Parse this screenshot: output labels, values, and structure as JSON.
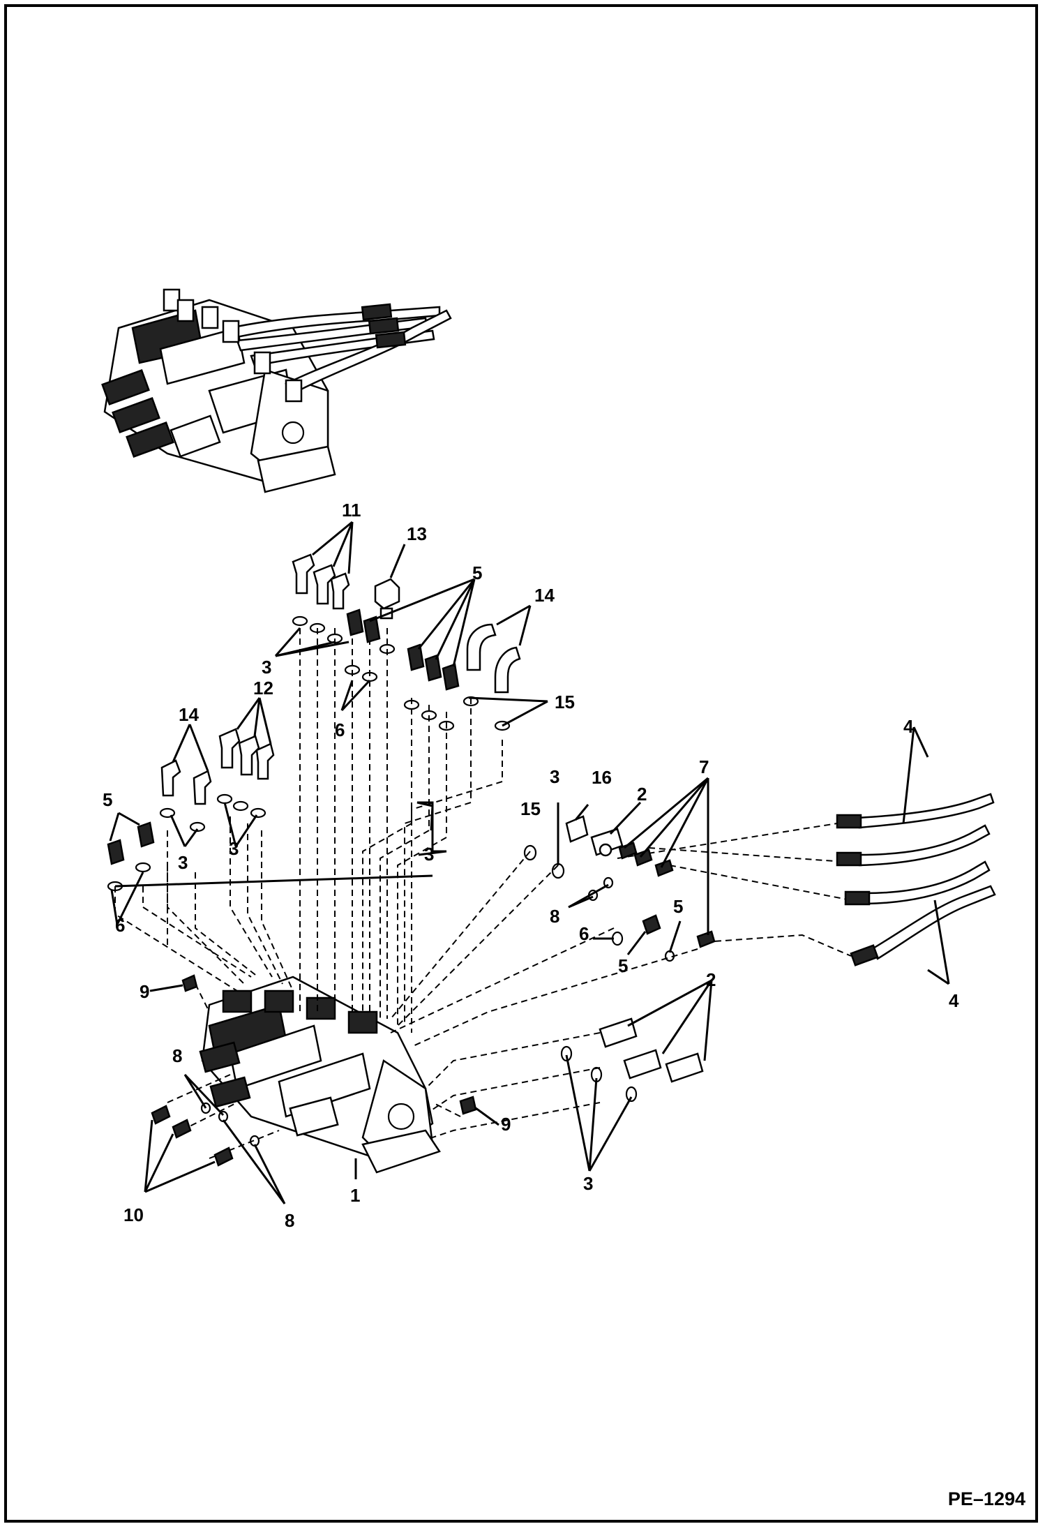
{
  "drawing_code": "PE–1294",
  "callouts": [
    {
      "id": "c11",
      "text": "11"
    },
    {
      "id": "c13",
      "text": "13"
    },
    {
      "id": "c5a",
      "text": "5"
    },
    {
      "id": "c14a",
      "text": "14"
    },
    {
      "id": "c3a",
      "text": "3"
    },
    {
      "id": "c12",
      "text": "12"
    },
    {
      "id": "c6a",
      "text": "6"
    },
    {
      "id": "c15a",
      "text": "15"
    },
    {
      "id": "c14b",
      "text": "14"
    },
    {
      "id": "c4a",
      "text": "4"
    },
    {
      "id": "c5b",
      "text": "5"
    },
    {
      "id": "c3b",
      "text": "3"
    },
    {
      "id": "c3c",
      "text": "3"
    },
    {
      "id": "c3d",
      "text": "3"
    },
    {
      "id": "c15b",
      "text": "15"
    },
    {
      "id": "c3e",
      "text": "3"
    },
    {
      "id": "c16",
      "text": "16"
    },
    {
      "id": "c2a",
      "text": "2"
    },
    {
      "id": "c7",
      "text": "7"
    },
    {
      "id": "c6b",
      "text": "6"
    },
    {
      "id": "c8a",
      "text": "8"
    },
    {
      "id": "c6c",
      "text": "6"
    },
    {
      "id": "c5c",
      "text": "5"
    },
    {
      "id": "c5d",
      "text": "5"
    },
    {
      "id": "c4b",
      "text": "4"
    },
    {
      "id": "c9a",
      "text": "9"
    },
    {
      "id": "c2b",
      "text": "2"
    },
    {
      "id": "c8b",
      "text": "8"
    },
    {
      "id": "c9b",
      "text": "9"
    },
    {
      "id": "c1",
      "text": "1"
    },
    {
      "id": "c3f",
      "text": "3"
    },
    {
      "id": "c10",
      "text": "10"
    },
    {
      "id": "c8c",
      "text": "8"
    }
  ]
}
